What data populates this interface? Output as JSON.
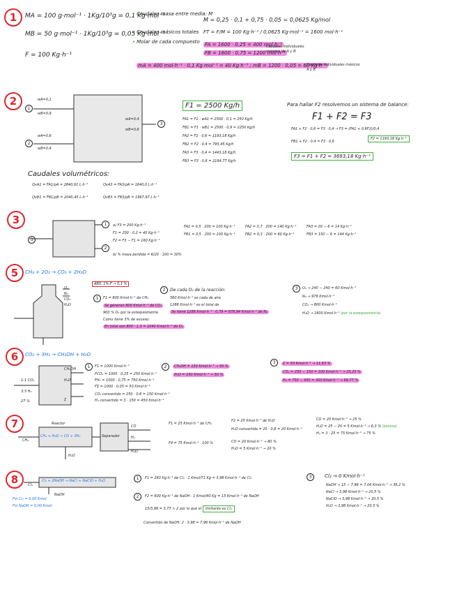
{
  "s1": {
    "num": "1",
    "ma": "MA = 100 g·mol⁻¹ · 1Kg/10³g = 0,1 Kg·mol⁻¹",
    "mb": "MB = 50 g·mol⁻¹ · 1Kg/10³g = 0,05 Kg·mol⁻¹",
    "f": "F = 100 Kg·h⁻¹",
    "notes": [
      "Caudales masa entre media: M",
      "Caudales másicos totales",
      "Molar de cada compuesto"
    ],
    "m_eq": "M = 0,25 · 0,1 + 0,75 · 0,05 = 0,0625 Kg/mol",
    "ft": "FT = F/M = 100 Kg·h⁻¹ / 0,0625 Kg·mol⁻¹ = 1600 mol·h⁻¹",
    "fa": "FA = 1600 · 0,25 = 400 mol·h⁻¹",
    "fb": "FB = 1600 · 0,75 = 1200 mol·h⁻¹",
    "fab_note": "Caudales individuales molares de A y B",
    "mass_line": "mA = 400 mol·h⁻¹ · 0,1 Kg·mol⁻¹ = 40 Kg·h⁻¹ ; mB = 1200 · 0,05 = 60 Kg·h⁻¹",
    "mass_note": "Caudales individuales másicos A y B"
  },
  "s2": {
    "num": "2",
    "in1_a": "wA=0,1",
    "in1_b": "wB=0,9",
    "in2_a": "wA=0,6",
    "in2_b": "wB=0,4",
    "out_a": "wA=0,4",
    "out_b": "wB=0,6",
    "stream1": "1",
    "stream2": "2",
    "stream3": "3",
    "f1_box": "F1 = 2500 Kg/h",
    "calcs": [
      "FA1 = F1 · wA1 = 2500 · 0,1 = 250 Kg/h",
      "FB1 = F1 · wB1 = 2500 · 0,9 = 2250 Kg/h",
      "FA2 = F2 · 0,6 = 1193,18 Kg/h",
      "FB2 = F2 · 0,4 = 795,45 Kg/h",
      "FA3 = F3 · 0,4 = 1443,18 Kg/h",
      "FB3 = F3 · 0,6 = 2164,77 Kg/h"
    ],
    "vol_title": "Caudales volumétricos:",
    "vol": [
      "QvA1 = FA1/ρA = 2840,91 L·h⁻¹",
      "QvB1 = FB1/ρB = 2045,45 L·h⁻¹",
      "QvA3 = FA3/ρA = 1640,0 L·h⁻¹",
      "QvB3 = FB3/ρB = 1967,97 L·h⁻¹"
    ],
    "right_title": "Para hallar F2 resolvemos un sistema de balance:",
    "balance": "F1 + F2 = F3",
    "sys1": "FA1 + F2 · 0,6 = F3 · 0,4 → F3 = (FA1 + 0,6F2)/0,4",
    "sys2": "FB1 + F2 · 0,4 = F3 · 0,6",
    "f2_box": "F2 = 1193,18 Kg·h⁻¹",
    "f3_box": "F3 = F1 + F2 = 3693,18 Kg·h⁻¹"
  },
  "s3": {
    "num": "3",
    "stream_in": "3",
    "stream_out1": "1",
    "stream_out2": "2",
    "col1": [
      "a) F3 = 200 Kg·h⁻¹",
      "F1 = 200 · 0,2 = 40 Kg·h⁻¹",
      "F2 = F3 − F1 = 160 Kg·h⁻¹"
    ],
    "col2": [
      "FA1 = 0,5 · 200 = 100 Kg·h⁻¹",
      "FB1 = 0,5 · 200 = 100 Kg·h⁻¹"
    ],
    "col3": [
      "FA2 = 0,7 · 200 = 140 Kg·h⁻¹",
      "FB2 = 0,3 · 200 = 60 Kg·h⁻¹"
    ],
    "col4": [
      "FA3 = 20 − 6 = 14 Kg·h⁻¹",
      "FB3 = 150 − 6 = 144 Kg·h⁻¹"
    ],
    "b": "b) % masa perdida = 6/20 · 100 = 30%"
  },
  "s5": {
    "num": "5",
    "reaction": "CH₄ + 2O₂ → CO₂ + 2H₂O",
    "redbox": "ABS: 1%·F → 0,1 %",
    "p1_num": "1",
    "p1_lines": [
      "F1 = 800 Kmol·h⁻¹ de CH₄",
      "Se generan 800 Kmol·h⁻¹ de CO₂",
      "900 % O₂ por la estequiometría",
      "Como tiene 3% de exceso:",
      "En total son 800 · 1,3 = 1040 Kmol·h⁻¹ de O₂"
    ],
    "p2_num": "2",
    "p2_lines": [
      "De cada O₂ de la reacción:",
      "560 Kmol·h⁻¹ se cada de aire",
      "1288 Kmol·h⁻¹ es el total de",
      "Se tiene 1288 Kmol·h⁻¹ · 0,79 = 978,94 Kmol·h⁻¹ de N₂"
    ],
    "p3_num": "3",
    "p3_lines": [
      "O₂ → 240 − 240 = 60 Kmol·h⁻¹",
      "N₂ → 978 Kmol·h⁻¹",
      "CO₂ → 800 Kmol·h⁻¹",
      "H₂O → 1600 Kmol·h⁻¹"
    ],
    "p3_note": "(por la estequiometría)",
    "labels_out": [
      "O₂",
      "N₂",
      "CO₂",
      "H₂O"
    ]
  },
  "s6": {
    "num": "6",
    "reaction": "CO₂ + 3H₂ → CH₃OH + H₂O",
    "left_labels": [
      "1:1 CO₂",
      "3:3 H₂",
      "27 %"
    ],
    "out_labels": [
      "CH₃OH",
      "H₂O",
      "Σ"
    ],
    "p1_num": "1",
    "p1_lines": [
      "F1 = 1000 Kmol·h⁻¹",
      "FCO₂ = 1000 · 0,25 = 250 Kmol·h⁻¹",
      "FH₂ = 1000 · 0,75 = 750 Kmol·h⁻¹",
      "FΣ = 1000 · 0,05 = 50 Kmol·h⁻¹",
      "CO₂ convertido = 250 · 0,6 = 150 Kmol·h⁻¹",
      "H₂ convertido = 3 · 150 = 450 Kmol·h⁻¹"
    ],
    "p2_num": "2",
    "p2_lines": [
      "CH₃OH = 150 Kmol·h⁻¹ → 50 %",
      "H₂O = 150 Kmol·h⁻¹ → 50 %"
    ],
    "p3_num": "3",
    "p3_lines": [
      "Σ = 50 Kmol·h⁻¹ → 11,63 %",
      "CO₂ = 250 − 150 = 100 Kmol·h⁻¹ → 23,25 %",
      "H₂ = 750 − 450 = 300 Kmol·h⁻¹ → 69,77 %"
    ]
  },
  "s7": {
    "num": "7",
    "reactor": "Reactor",
    "reaction": "CH₄ + H₂O → CO + 3H₂",
    "separator": "Separador",
    "in_label": "CH₄",
    "h2o_label": "H₂O",
    "out_labels": [
      "CO",
      "H₂",
      "H₂O"
    ],
    "c1": "F1 = 25 Kmol·h⁻¹ de CH₄",
    "c2a": "F2 = 25 Kmol·h⁻¹ de H₂O",
    "c2b": "H₂O convertida = 25 · 0,8 = 20 Kmol·h⁻¹",
    "c3": [
      "CO = 20 Kmol·h⁻¹ → 25 %",
      "H₂O = 25 − 20 = 5 Kmol·h⁻¹ → 6,3 %",
      "H₂ = 3 · 25 = 75 Kmol·h⁻¹ → 75 %"
    ],
    "c3_note": "(exceso)",
    "c4": "F4 = 75 Kmol·h⁻¹ · 100 %",
    "c5": [
      "CO = 20 Kmol·h⁻¹ → 80 %",
      "H₂O = 5 Kmol·h⁻¹ → 20 %"
    ]
  },
  "s8": {
    "num": "8",
    "reaction": "Cl₂ + 2NaOH → NaCl + NaClO + H₂O",
    "left_blue": [
      "Fin Cl₂ = 0,00 Kmol",
      "Fin NaOH = 0,00 Kmol"
    ],
    "stream_labels": [
      "Cl₂",
      "NaOH"
    ],
    "p1_num": "1",
    "p1": "F1 = 283 Kg·h⁻¹ de Cl₂ · 1 Kmol/71 Kg = 3,98 Kmol·h⁻¹ de Cl₂",
    "p2_num": "2",
    "p2": "F2 = 600 Kg·h⁻¹ de NaOH · 1 Kmol/40 Kg = 15 Kmol·h⁻¹ de NaOH",
    "p2b": "15/3,98 = 3,77 > 2 por lo que el",
    "p2b_box": "limitante es Cl₂",
    "conv": "Convertido de NaOH: 2 · 3,98 = 7,96 Kmol·h⁻¹ de NaOH",
    "p3_num": "3",
    "p3_head": "Cl₂ → 0 Kmol·h⁻¹",
    "p3": [
      "NaOH → 15 − 7,96 = 7,04 Kmol·h⁻¹ → 36,2 %",
      "NaCl → 3,98 Kmol·h⁻¹ → 20,5 %",
      "NaClO → 3,98 Kmol·h⁻¹ → 20,5 %",
      "H₂O → 3,98 Kmol·h⁻¹ → 20,5 %"
    ]
  },
  "colors": {
    "red": "#e0262b",
    "green": "#3db13d",
    "pink": "#f08ee0",
    "blue": "#1e6fe0"
  }
}
